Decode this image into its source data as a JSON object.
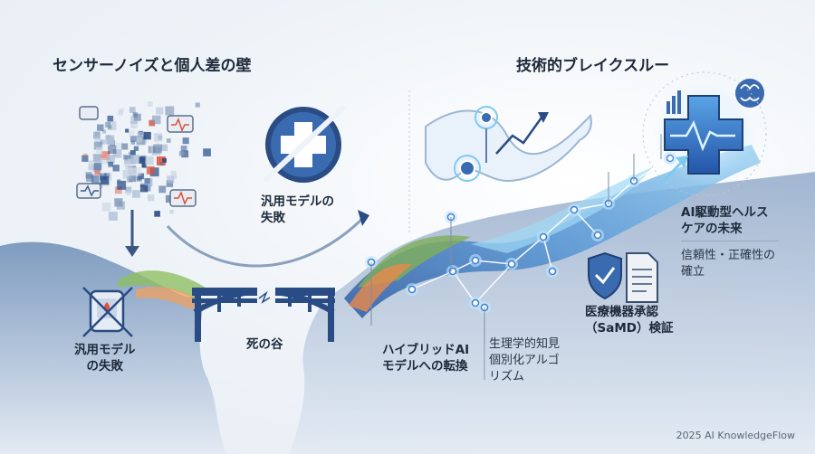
{
  "titles": {
    "left": "センサーノイズと個人差の壁",
    "right": "技術的ブレイクスルー"
  },
  "labels": {
    "general_model_failure_top": "汎用モデルの\n失敗",
    "general_model_failure_bottom": "汎用モデル\nの失敗",
    "valley_of_death": "死の谷",
    "hybrid_ai": "ハイブリッドAI\nモデルへの転換",
    "physiology": "生理学的知見\n個別化アルゴ\nリズム",
    "samd": "医療機器承認\n（SaMD）検証",
    "ai_future": "AI駆動型ヘルス\nケアの未来",
    "trust": "信頼性・正確性の\n確立"
  },
  "footer": {
    "copyright": "2025 AI KnowledgeFlow"
  },
  "icons": [
    "noise-pixel-cloud",
    "chat-waveform-icon",
    "medical-cross-icon",
    "broken-device-icon",
    "bridge-icon",
    "arm-sensor-icon",
    "shield-check-icon",
    "document-icon",
    "brain-icon",
    "bar-chart-icon"
  ],
  "colors": {
    "navy": "#1f3f75",
    "blue": "#3f7fd0",
    "cyan": "#7ecbf0",
    "green": "#7fae5a",
    "orange": "#e98a4a"
  }
}
